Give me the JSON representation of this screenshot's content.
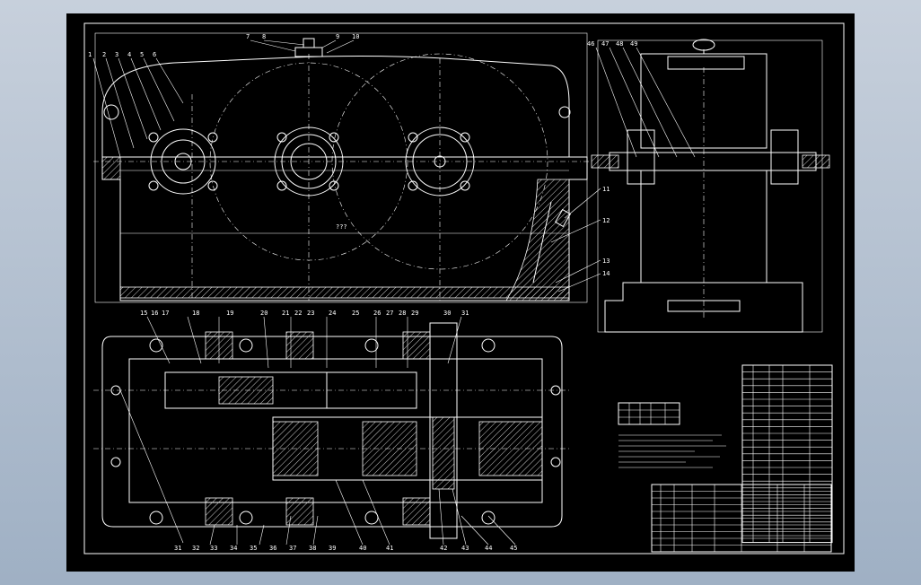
{
  "colors": {
    "background_top": "#c7d0dc",
    "background_bottom": "#9fb0c4",
    "sheet": "#000000",
    "lines": "#ffffff"
  },
  "front_view": {
    "part_labels": [
      "1",
      "2",
      "3",
      "4",
      "5",
      "6",
      "7",
      "8",
      "9",
      "10"
    ],
    "callouts_right": [
      "11",
      "12",
      "13",
      "14"
    ],
    "dims": {
      "overall_length": "???",
      "height": "???"
    }
  },
  "side_view": {
    "part_labels": [
      "46",
      "47",
      "48",
      "49"
    ]
  },
  "top_view": {
    "labels_top": [
      "15",
      "16",
      "17",
      "18",
      "19",
      "20",
      "21",
      "22",
      "23",
      "24",
      "25",
      "26",
      "27",
      "28",
      "29",
      "30",
      "31"
    ],
    "labels_bottom": [
      "31",
      "32",
      "33",
      "34",
      "35",
      "36",
      "37",
      "38",
      "39",
      "40",
      "41",
      "42",
      "43",
      "44",
      "45"
    ]
  },
  "tables": {
    "spec_rows": 3,
    "parts_list_rows": 26,
    "title_block_rows": 10
  }
}
